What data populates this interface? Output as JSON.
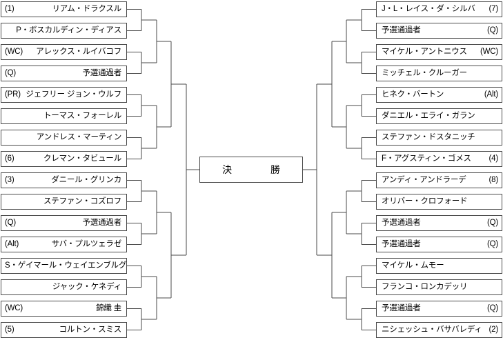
{
  "final": {
    "label": "決　　　　勝"
  },
  "colors": {
    "box_border": "#4a4a4a",
    "line": "#4a4a4a",
    "text": "#000000",
    "background": "#ffffff"
  },
  "bracket": {
    "left": [
      {
        "seed": "(1)",
        "name": "リアム・ドラクスル"
      },
      {
        "seed": "",
        "name": "P・ボスカルディン・ディアス"
      },
      {
        "seed": "(WC)",
        "name": "アレックス・ルイバコフ"
      },
      {
        "seed": "(Q)",
        "name": "予選通過者"
      },
      {
        "seed": "(PR)",
        "name": "ジェフリー ジョン・ウルフ"
      },
      {
        "seed": "",
        "name": "トーマス・フォーレル"
      },
      {
        "seed": "",
        "name": "アンドレス・マーティン"
      },
      {
        "seed": "(6)",
        "name": "クレマン・タビュール"
      },
      {
        "seed": "(3)",
        "name": "ダニール・グリンカ"
      },
      {
        "seed": "",
        "name": "ステファン・コズロフ"
      },
      {
        "seed": "(Q)",
        "name": "予選通過者"
      },
      {
        "seed": "(Alt)",
        "name": "サバ・プルツェラゼ"
      },
      {
        "seed": "",
        "name": "S・ゲイマール・ウェイエンブルグ"
      },
      {
        "seed": "",
        "name": "ジャック・ケネディ"
      },
      {
        "seed": "(WC)",
        "name": "錦織 圭"
      },
      {
        "seed": "(5)",
        "name": "コルトン・スミス"
      }
    ],
    "right": [
      {
        "name": "J・L・レイス・ダ・シルバ",
        "seed": "(7)"
      },
      {
        "name": "予選通過者",
        "seed": "(Q)"
      },
      {
        "name": "マイケル・アントニウス",
        "seed": "(WC)"
      },
      {
        "name": "ミッチェル・クルーガー",
        "seed": ""
      },
      {
        "name": "ヒネク・バートン",
        "seed": "(Alt)"
      },
      {
        "name": "ダニエル・エライ・ガラン",
        "seed": ""
      },
      {
        "name": "ステファン・ドスタニッチ",
        "seed": ""
      },
      {
        "name": "F・アグスティン・ゴメス",
        "seed": "(4)"
      },
      {
        "name": "アンディ・アンドラーデ",
        "seed": "(8)"
      },
      {
        "name": "オリバー・クロフォード",
        "seed": ""
      },
      {
        "name": "予選通過者",
        "seed": "(Q)"
      },
      {
        "name": "予選通過者",
        "seed": "(Q)"
      },
      {
        "name": "マイケル・ムモー",
        "seed": ""
      },
      {
        "name": "フランコ・ロンカデッリ",
        "seed": ""
      },
      {
        "name": "予選通過者",
        "seed": "(Q)"
      },
      {
        "name": "ニシェッシュ・バサバレディ",
        "seed": "(2)"
      }
    ]
  }
}
